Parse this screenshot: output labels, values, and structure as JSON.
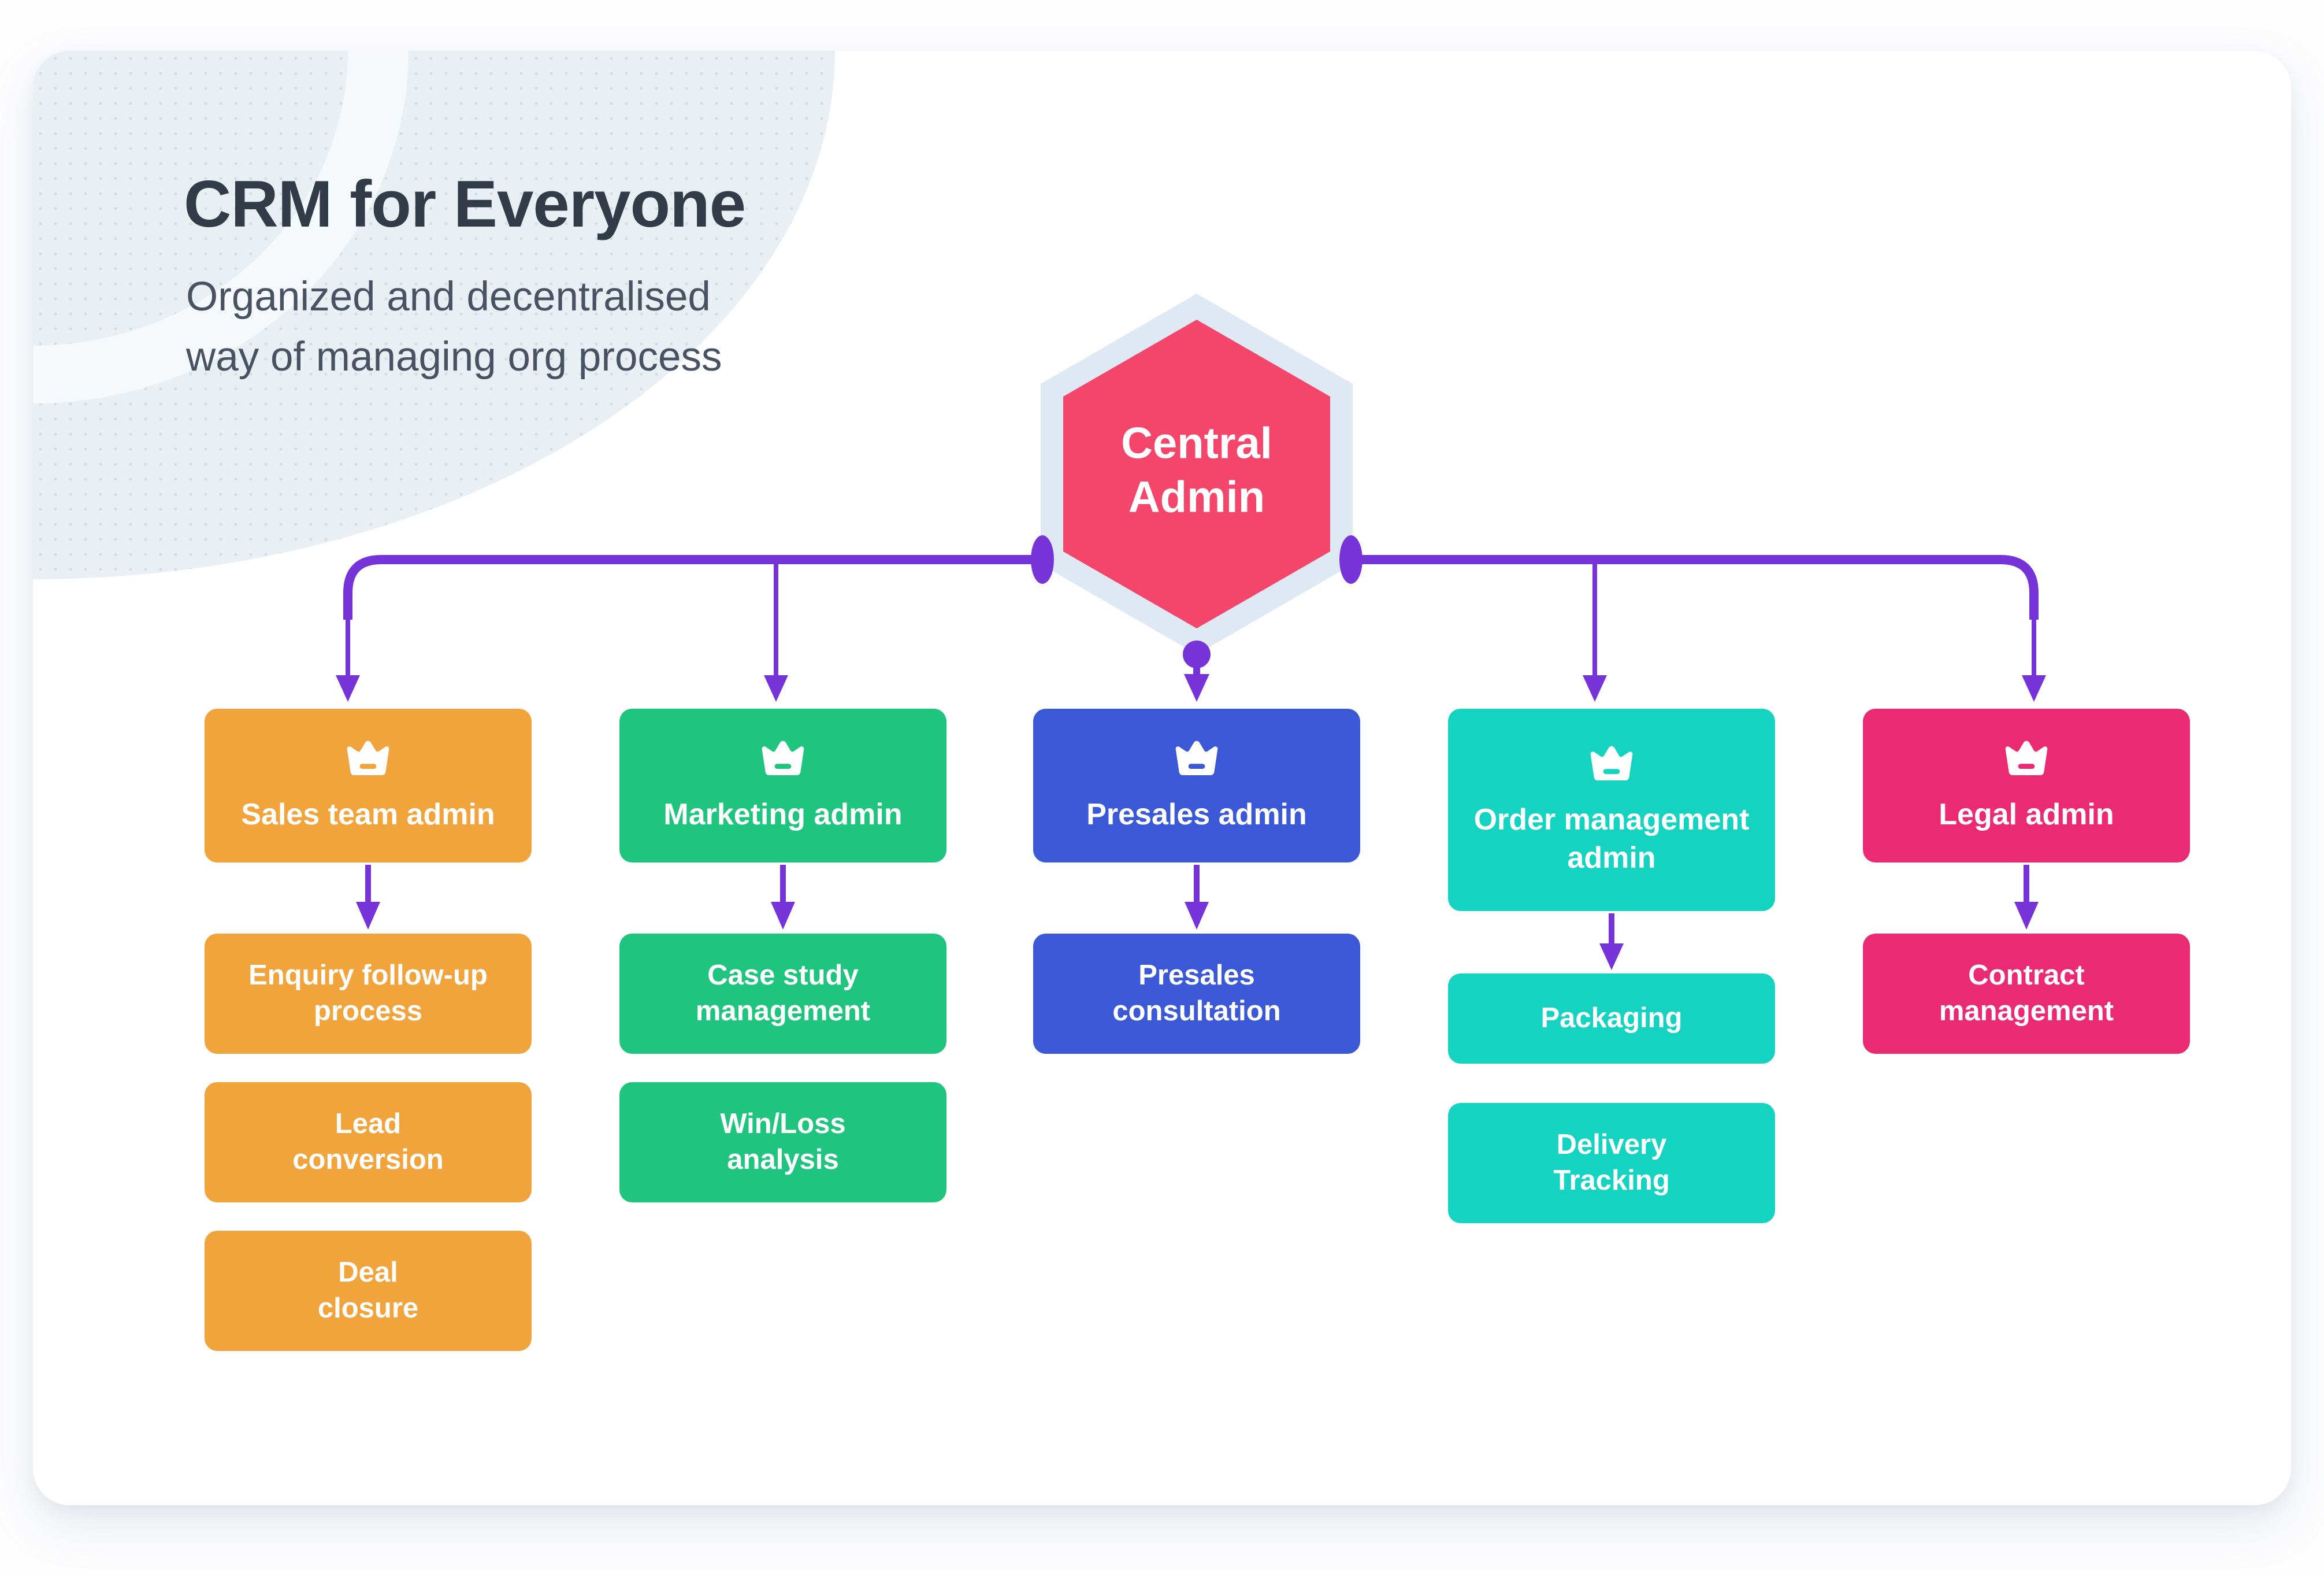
{
  "header": {
    "title": "CRM for Everyone",
    "subtitle": "Organized and decentralised\nway of managing org process"
  },
  "central": {
    "label": "Central\nAdmin",
    "shape": "hexagon",
    "fill_color": "#f4456b",
    "ring_color": "#dee9f4"
  },
  "connector_color": "#7533d8",
  "columns": [
    {
      "admin": {
        "label": "Sales team admin",
        "icon": "crown-icon",
        "color": "#f2a43c"
      },
      "children": [
        {
          "label": "Enquiry follow-up\nprocess"
        },
        {
          "label": "Lead\nconversion"
        },
        {
          "label": "Deal\nclosure"
        }
      ]
    },
    {
      "admin": {
        "label": "Marketing admin",
        "icon": "crown-icon",
        "color": "#1fc47e"
      },
      "children": [
        {
          "label": "Case study\nmanagement"
        },
        {
          "label": "Win/Loss\nanalysis"
        }
      ]
    },
    {
      "admin": {
        "label": "Presales admin",
        "icon": "crown-icon",
        "color": "#3b58d6"
      },
      "children": [
        {
          "label": "Presales\nconsultation"
        }
      ]
    },
    {
      "admin": {
        "label": "Order management\nadmin",
        "icon": "crown-icon",
        "color": "#14d3c1"
      },
      "children": [
        {
          "label": "Packaging"
        },
        {
          "label": "Delivery\nTracking"
        }
      ]
    },
    {
      "admin": {
        "label": "Legal admin",
        "icon": "crown-icon",
        "color": "#ea2a72"
      },
      "children": [
        {
          "label": "Contract\nmanagement"
        }
      ]
    }
  ]
}
